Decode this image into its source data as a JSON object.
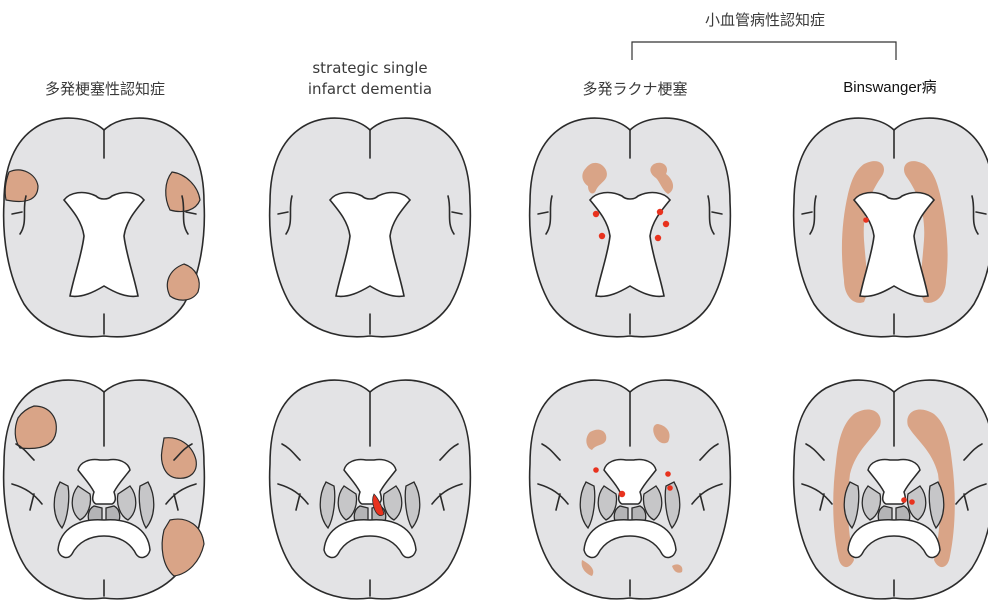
{
  "labels": {
    "group_header": "小血管病性認知症",
    "col1": "多発梗塞性認知症",
    "col2_line1": "strategic single",
    "col2_line2": "infarct dementia",
    "col3": "多発ラクナ梗塞",
    "col4": "Binswanger病"
  },
  "colors": {
    "brain_fill": "#e3e3e5",
    "outline": "#2b2b2b",
    "infarct_large": "#d9a487",
    "infarct_small": "#e8321e",
    "nuclei": "#c6c6c8",
    "ventricle": "#ffffff"
  }
}
